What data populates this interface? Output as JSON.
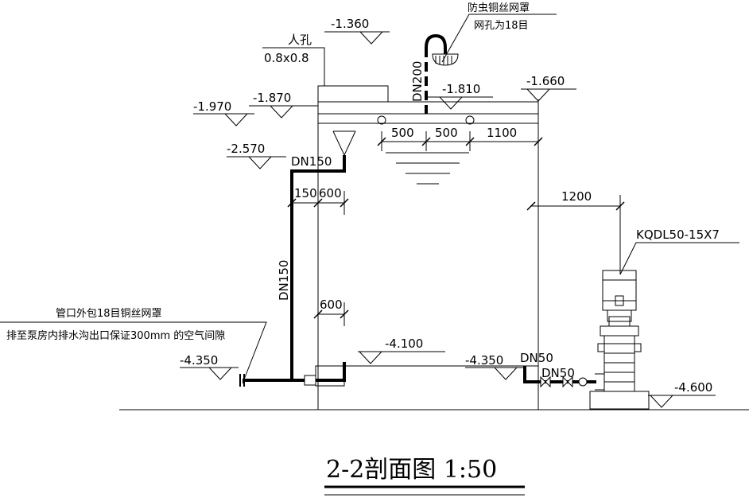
{
  "drawing": {
    "title": "2-2剖面图 1:50",
    "elevations": {
      "e1": "-1.360",
      "e2": "-1.810",
      "e3": "-1.660",
      "e4": "-1.970",
      "e5": "-1.870",
      "e6": "-2.570",
      "e7": "-4.100",
      "e8": "-4.350",
      "e9": "-4.350",
      "e10": "-4.600"
    },
    "manhole": {
      "label": "人孔",
      "size": "0.8x0.8"
    },
    "vent_note": {
      "line1": "防虫铜丝网罩",
      "line2": "网孔为18目"
    },
    "pipes": {
      "dn200": "DN200",
      "dn150_top": "DN150",
      "dn150_vertical": "DN150",
      "dn50_a": "DN50",
      "dn50_b": "DN50"
    },
    "dimensions": {
      "d500a": "500",
      "d500b": "500",
      "d1100": "1100",
      "d150": "150",
      "d600a": "600",
      "d600b": "600",
      "d1200": "1200"
    },
    "pump_model": "KQDL50-15X7",
    "drain_note": {
      "line1": "管口外包18目铜丝网罩",
      "line2": "排至泵房内排水沟",
      "line3": "出口保证300mm 的空气间隙"
    }
  }
}
